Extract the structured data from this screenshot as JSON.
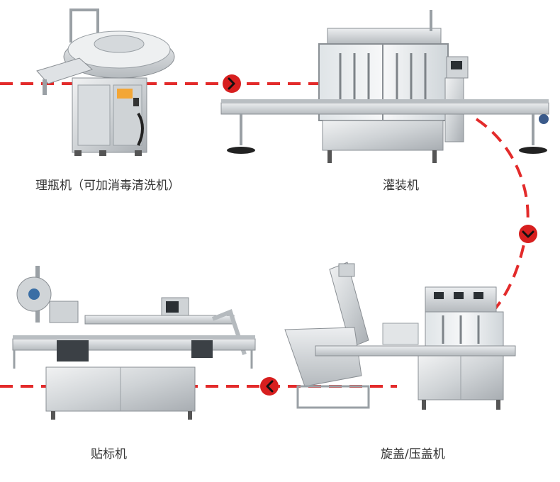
{
  "steps": [
    {
      "id": "unscrambler",
      "label": "理瓶机（可加消毒清洗机）"
    },
    {
      "id": "filler",
      "label": "灌装机"
    },
    {
      "id": "capper",
      "label": "旋盖/压盖机"
    },
    {
      "id": "labeler",
      "label": "贴标机"
    }
  ],
  "arrows": [
    {
      "id": "arrow-right",
      "direction": "right"
    },
    {
      "id": "arrow-down",
      "direction": "down"
    },
    {
      "id": "arrow-left",
      "direction": "left"
    }
  ],
  "colors": {
    "flow_line": "#e32b2b",
    "arrow_fill": "#d71f1f",
    "arrow_glyph": "#111111",
    "steel_light": "#e6e8ea",
    "steel_mid": "#c3c7cb",
    "steel_dark": "#8a8f94",
    "label_text": "#333333"
  }
}
